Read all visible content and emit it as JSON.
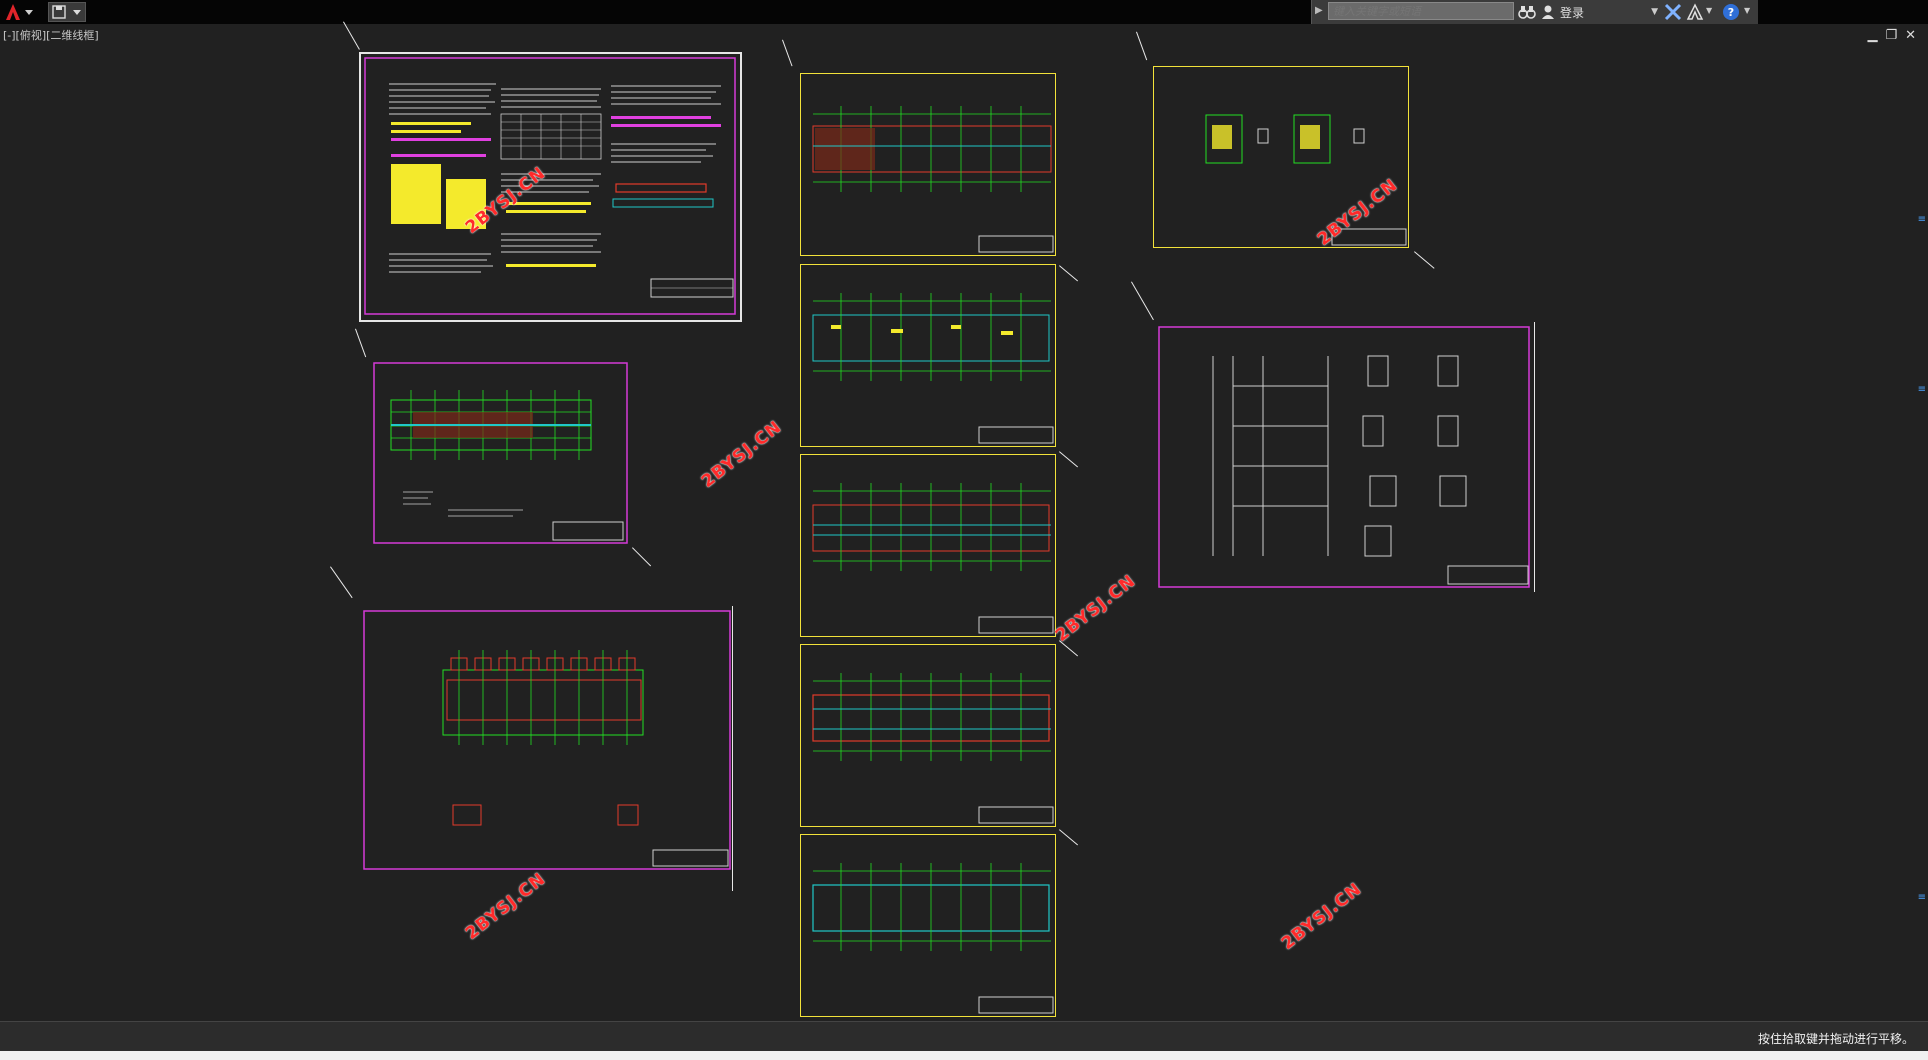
{
  "app": {
    "name": "AutoCAD"
  },
  "viewport": {
    "label": "[-][俯视][二维线框]"
  },
  "search": {
    "placeholder": "键入关键字或短语"
  },
  "user": {
    "login_label": "登录"
  },
  "status": {
    "prompt": "按住拾取键并拖动进行平移。"
  },
  "watermarks": [
    "2BYSJ.CN",
    "2BYSJ.CN",
    "2BYSJ.CN",
    "2BYSJ.CN",
    "2BYSJ.CN",
    "2BYSJ.CN"
  ],
  "icons": {
    "app_logo": "autocad-a-icon",
    "quick_access": "save-dropdown-icon",
    "search_arrow": "triangle-right-icon",
    "search": "binoculars-icon",
    "user": "user-icon",
    "exchange": "x-exchange-icon",
    "autodesk": "autodesk-a-icon",
    "help": "help-icon",
    "minimize": "minimize-icon",
    "restore": "restore-icon",
    "close": "close-icon"
  },
  "colors": {
    "background": "#212121",
    "sheet_magenta": "#d63ad8",
    "sheet_yellow": "#f2e23a",
    "grid_green": "#22e022",
    "beam_cyan": "#20c8c8",
    "beam_red": "#e23a2a",
    "watermark_red": "#ff2a2a"
  }
}
